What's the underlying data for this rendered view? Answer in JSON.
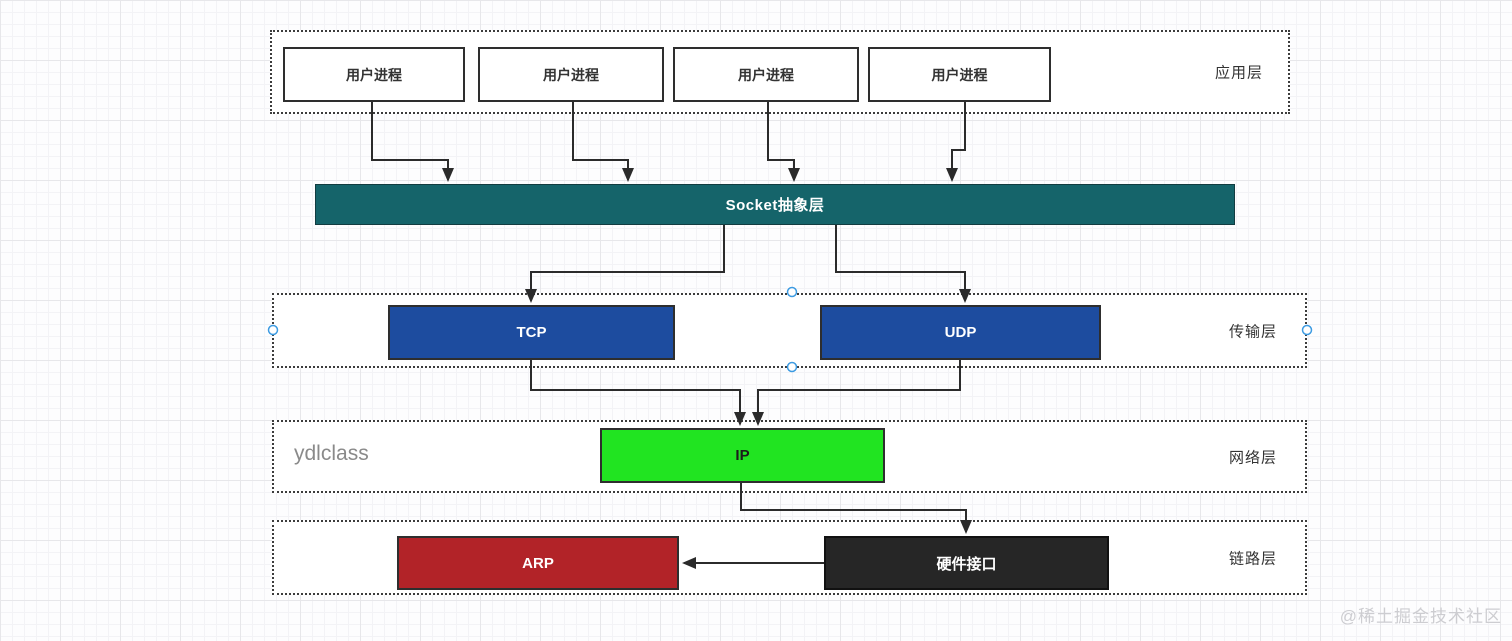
{
  "canvas": {
    "watermark": "@稀土掘金技术社区"
  },
  "layers": {
    "application": {
      "label": "应用层",
      "processes": [
        "用户进程",
        "用户进程",
        "用户进程",
        "用户进程"
      ]
    },
    "socket": {
      "label": "Socket抽象层",
      "color": "#15646a"
    },
    "transport": {
      "label": "传输层",
      "tcp": "TCP",
      "udp": "UDP",
      "color": "#1d4c9f"
    },
    "network": {
      "label": "网络层",
      "ip": "IP",
      "annotation": "ydlclass",
      "color": "#21e421"
    },
    "link": {
      "label": "链路层",
      "arp": "ARP",
      "hardware": "硬件接口",
      "arp_color": "#b22328",
      "hardware_color": "#262626"
    }
  }
}
